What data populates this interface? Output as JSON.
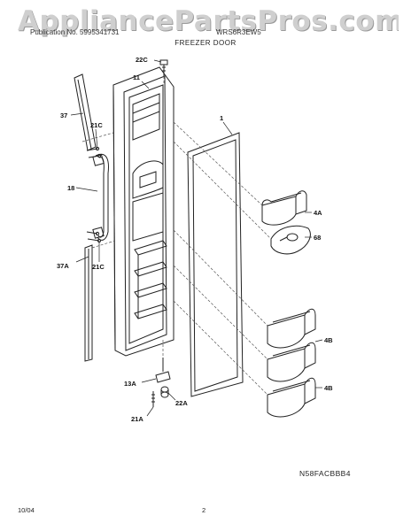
{
  "watermark": "AppliancePartsPros.com",
  "header": {
    "left": "Publication No. 5995341731",
    "right": "WRS6R3EW5",
    "subtitle": "FREEZER DOOR"
  },
  "callouts": {
    "c22C": "22C",
    "c11": "11",
    "c1": "1",
    "c37": "37",
    "c21C_top": "21C",
    "c18": "18",
    "c4A": "4A",
    "c68": "68",
    "c37A": "37A",
    "c21C_bottom": "21C",
    "c4B_top": "4B",
    "c4B_bottom": "4B",
    "c13A": "13A",
    "c22A": "22A",
    "c21A": "21A"
  },
  "diagram_code": "N58FACBBB4",
  "footer": {
    "date": "10/04",
    "page": "2"
  }
}
